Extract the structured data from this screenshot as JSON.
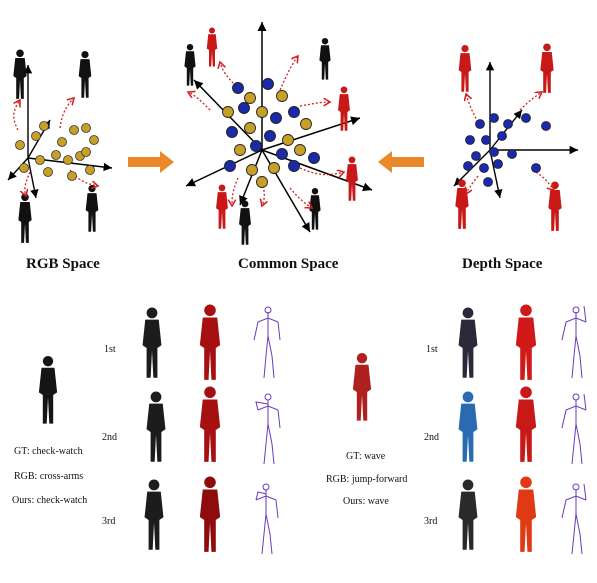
{
  "top": {
    "rgb_label": "RGB Space",
    "common_label": "Common Space",
    "depth_label": "Depth Space"
  },
  "bottom": {
    "left": {
      "ranks": [
        "1st",
        "2nd",
        "3rd"
      ],
      "gt": "GT: check-watch",
      "rgb": "RGB: cross-arms",
      "ours": "Ours: check-watch"
    },
    "right": {
      "ranks": [
        "1st",
        "2nd",
        "3rd"
      ],
      "gt": "GT: wave",
      "rgb": "RGB: jump-forward",
      "ours": "Ours: wave"
    }
  },
  "colors": {
    "rgb_point": "#c8a028",
    "depth_point": "#1a2aa8",
    "transfer_arrow": "#e88a2a",
    "dashed_arrow": "#d42020",
    "depth_figure": "#c81818",
    "skeleton": "#6a3ab8"
  }
}
